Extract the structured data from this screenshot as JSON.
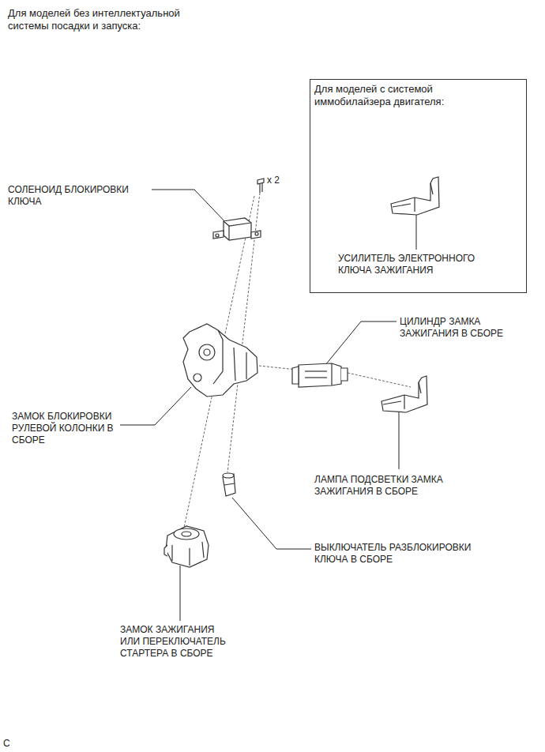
{
  "diagram": {
    "title": "Для моделей без интеллектуальной системы посадки и запуска:",
    "nodes": [
      {
        "text": [
          "Для моделей с системой иммобилайзера двигателя:"
        ]
      }
    ],
    "labels": [
      "СОЛЕНОИД БЛОКИРОВКИ КЛЮЧА",
      "x 2",
      "УСИЛИТЕЛЬ ЭЛЕКТРОННОГО КЛЮЧА ЗАЖИГАНИЯ",
      "ЦИЛИНДР ЗАМКА ЗАЖИГАНИЯ В СБОРЕ",
      "ЗАМОК БЛОКИРОВКИ РУЛЕВОЙ КОЛОНКИ В СБОРЕ",
      "ЛАМПА ПОДСВЕТКИ ЗАМКА ЗАЖИГАНИЯ В СБОРЕ",
      "ВЫКЛЮЧАТЕЛЬ РАЗБЛОКИРОВКИ КЛЮЧА В СБОРЕ",
      "ЗАМОК ЗАЖИГАНИЯ ИЛИ ПЕРЕКЛЮЧАТЕЛЬ СТАРТЕРА В СБОРЕ",
      "C"
    ]
  }
}
